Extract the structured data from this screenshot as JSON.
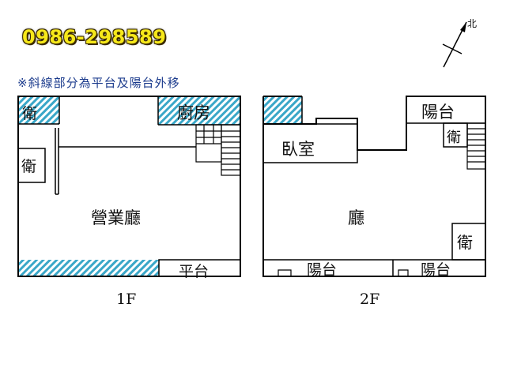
{
  "phone": "0986-298589",
  "note": "※斜線部分為平台及陽台外移",
  "compass": {
    "label": "北"
  },
  "floor1": {
    "caption": "1F",
    "rooms": {
      "bath_top": "衛",
      "bath_left": "衛",
      "kitchen": "廚房",
      "main_hall": "營業廳",
      "platform": "平台"
    }
  },
  "floor2": {
    "caption": "2F",
    "rooms": {
      "bedroom": "臥室",
      "balcony_top": "陽台",
      "bath_top": "衛",
      "hall": "廳",
      "bath_right": "衛",
      "balcony_bottom_left": "陽台",
      "balcony_bottom_right": "陽台"
    }
  },
  "colors": {
    "hatch": "#3aa7c8",
    "wall": "#000000",
    "phone_text": "#f6e81a",
    "note_text": "#1a3a8c"
  }
}
